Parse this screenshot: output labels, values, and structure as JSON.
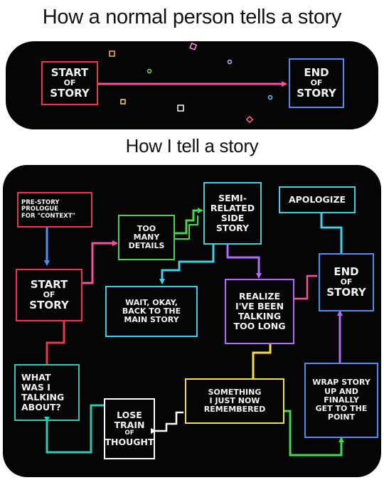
{
  "titles": {
    "normal": "How a normal person tells a story",
    "mine": "How I tell a story"
  },
  "normal_flow": {
    "start": [
      "START",
      "OF",
      "STORY"
    ],
    "end": [
      "END",
      "OF",
      "STORY"
    ]
  },
  "my_flow": {
    "pre_story": [
      "PRE-STORY",
      "PROLOGUE",
      "FOR \"CONTEXT\""
    ],
    "too_many": [
      "TOO",
      "MANY",
      "DETAILS"
    ],
    "semi_related": [
      "SEMI-",
      "RELATED",
      "SIDE",
      "STORY"
    ],
    "apologize": [
      "APOLOGIZE"
    ],
    "start": [
      "START",
      "OF",
      "STORY"
    ],
    "wait_okay": [
      "WAIT, OKAY,",
      "BACK TO THE",
      "MAIN STORY"
    ],
    "realize": [
      "REALIZE",
      "I'VE BEEN",
      "TALKING",
      "TOO LONG"
    ],
    "end": [
      "END",
      "OF",
      "STORY"
    ],
    "what_was": [
      "WHAT",
      "WAS I",
      "TALKING",
      "ABOUT?"
    ],
    "something": [
      "SOMETHING",
      "I JUST NOW",
      "REMEMBERED"
    ],
    "wrap_story": [
      "WRAP STORY",
      "UP AND",
      "FINALLY",
      "GET TO THE",
      "POINT"
    ],
    "lose_train": [
      "LOSE",
      "TRAIN",
      "OF",
      "THOUGHT"
    ]
  },
  "colors": {
    "red": "#e8384f",
    "pink": "#ff4fa3",
    "green": "#45d64a",
    "cyan": "#3fd0e8",
    "blue": "#4b8ff0",
    "yellow": "#f5e03a",
    "orange": "#ff8a2a",
    "purple": "#b06cff",
    "teal": "#2ec9b0"
  }
}
